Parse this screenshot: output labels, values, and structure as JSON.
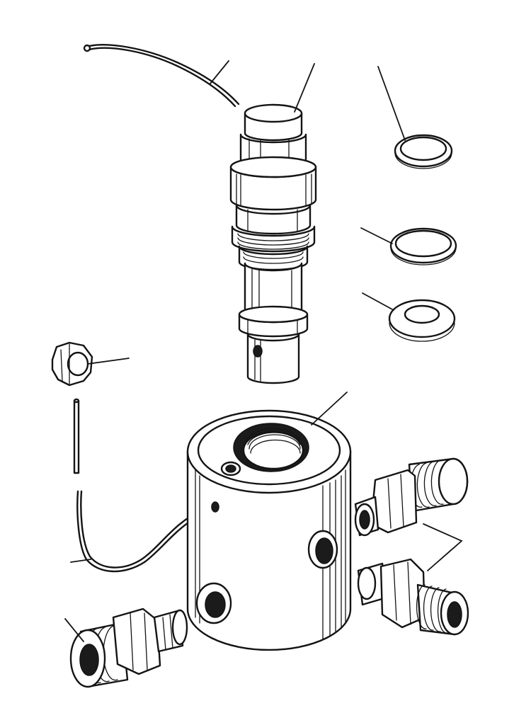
{
  "figure": {
    "colors": {
      "ink": "#141414",
      "background": "#ffffff"
    },
    "parts": [
      "wire-seal",
      "valve-spool",
      "upper-seal-ring",
      "middle-seal-ring",
      "lower-washer",
      "lock-nut",
      "straight-pin",
      "lock-wire",
      "valve-body",
      "right-fitting-upper",
      "right-fitting-lower",
      "left-fitting"
    ]
  }
}
